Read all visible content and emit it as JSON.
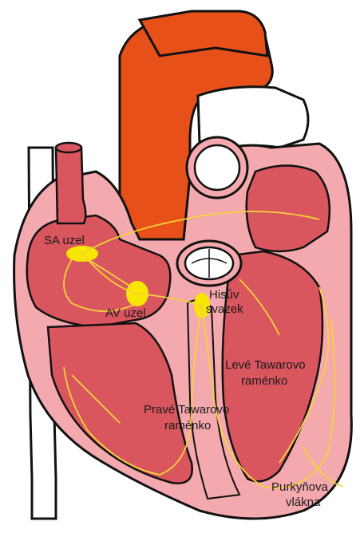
{
  "diagram": {
    "labels": {
      "sa_node": "SA uzel",
      "av_node": "AV uzel",
      "his_bundle_line1": "Hisův",
      "his_bundle_line2": "svazek",
      "left_bundle_line1": "Levé Tawarovo",
      "left_bundle_line2": "raménko",
      "right_bundle_line1": "Pravé Tawarovo",
      "right_bundle_line2": "raménko",
      "purkinje_line1": "Purkyňova",
      "purkinje_line2": "vlákna"
    },
    "colors": {
      "aorta": "#e8501a",
      "myocardium_outer": "#f4a9ae",
      "chamber": "#d9565f",
      "conduction": "#f7e600",
      "fibers": "#f5d23a",
      "outline": "#111111"
    }
  }
}
